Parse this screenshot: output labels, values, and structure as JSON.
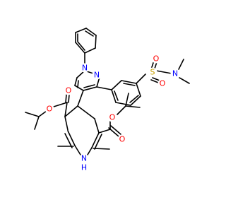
{
  "molecule": {
    "colors": {
      "bond": "#000000",
      "carbon": "#000000",
      "oxygen": "#ff0000",
      "nitrogen": "#0000ff",
      "sulfur": "#c8a000",
      "background": "#ffffff"
    },
    "labels": {
      "n_pyrazole_1": "N",
      "n_pyrazole_2": "N",
      "s_sulfonyl": "S",
      "o_sulfonyl_1": "O",
      "o_sulfonyl_2": "O",
      "n_dimethylamino": "N",
      "o_ester_left_carbonyl": "O",
      "o_ester_left_ether": "O",
      "o_ester_right_carbonyl": "O",
      "o_ester_right_ether": "O",
      "nh_ring": "N",
      "h_ring": "H"
    }
  }
}
